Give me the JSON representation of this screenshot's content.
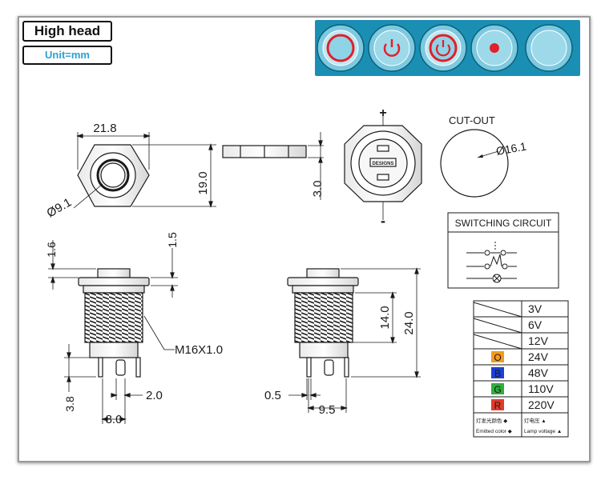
{
  "header": {
    "title": "High head",
    "unit": "Unit=mm"
  },
  "icons": [
    {
      "name": "ring-icon"
    },
    {
      "name": "power-icon"
    },
    {
      "name": "ring-power-icon"
    },
    {
      "name": "dot-icon"
    },
    {
      "name": "plain-icon"
    }
  ],
  "dimensions": {
    "width": "21.8",
    "height": "19.0",
    "nut_thickness": "3.0",
    "head_diameter": "Ø9.1",
    "cutout_diameter": "Ø16.1",
    "head_top": "1.6",
    "head_step": "1.5",
    "thread": "M16X1.0",
    "total_length": "24.0",
    "thread_length": "14.0",
    "terminal_length": "3.8",
    "terminal_gap": "2.0",
    "terminal_span": "8.0",
    "terminal_thickness": "0.5",
    "body_depth": "9.5"
  },
  "back_view": {
    "plus": "+",
    "minus": "-",
    "marking": "DESIGNS"
  },
  "cutout": {
    "label": "CUT-OUT"
  },
  "circuit": {
    "title": "SWITCHING CIRCUIT"
  },
  "voltage_table": {
    "rows": [
      {
        "code": "",
        "voltage": "3V",
        "color": ""
      },
      {
        "code": "",
        "voltage": "6V",
        "color": ""
      },
      {
        "code": "",
        "voltage": "12V",
        "color": ""
      },
      {
        "code": "O",
        "voltage": "24V",
        "color": "#f39a1e"
      },
      {
        "code": "B",
        "voltage": "48V",
        "color": "#1b3fd0"
      },
      {
        "code": "G",
        "voltage": "110V",
        "color": "#2fae3a"
      },
      {
        "code": "R",
        "voltage": "220V",
        "color": "#e23a2a"
      }
    ],
    "footer": {
      "emit_cn": "灯发光颜色",
      "emit_en": "Emitted color",
      "lamp_cn": "灯电压",
      "lamp_en": "Lamp voltage",
      "diamond": "◆",
      "triangle": "▲"
    }
  },
  "colors": {
    "strip": "#1a8fb3",
    "ring": "#e0202a",
    "unit_text": "#2aa0d0"
  }
}
